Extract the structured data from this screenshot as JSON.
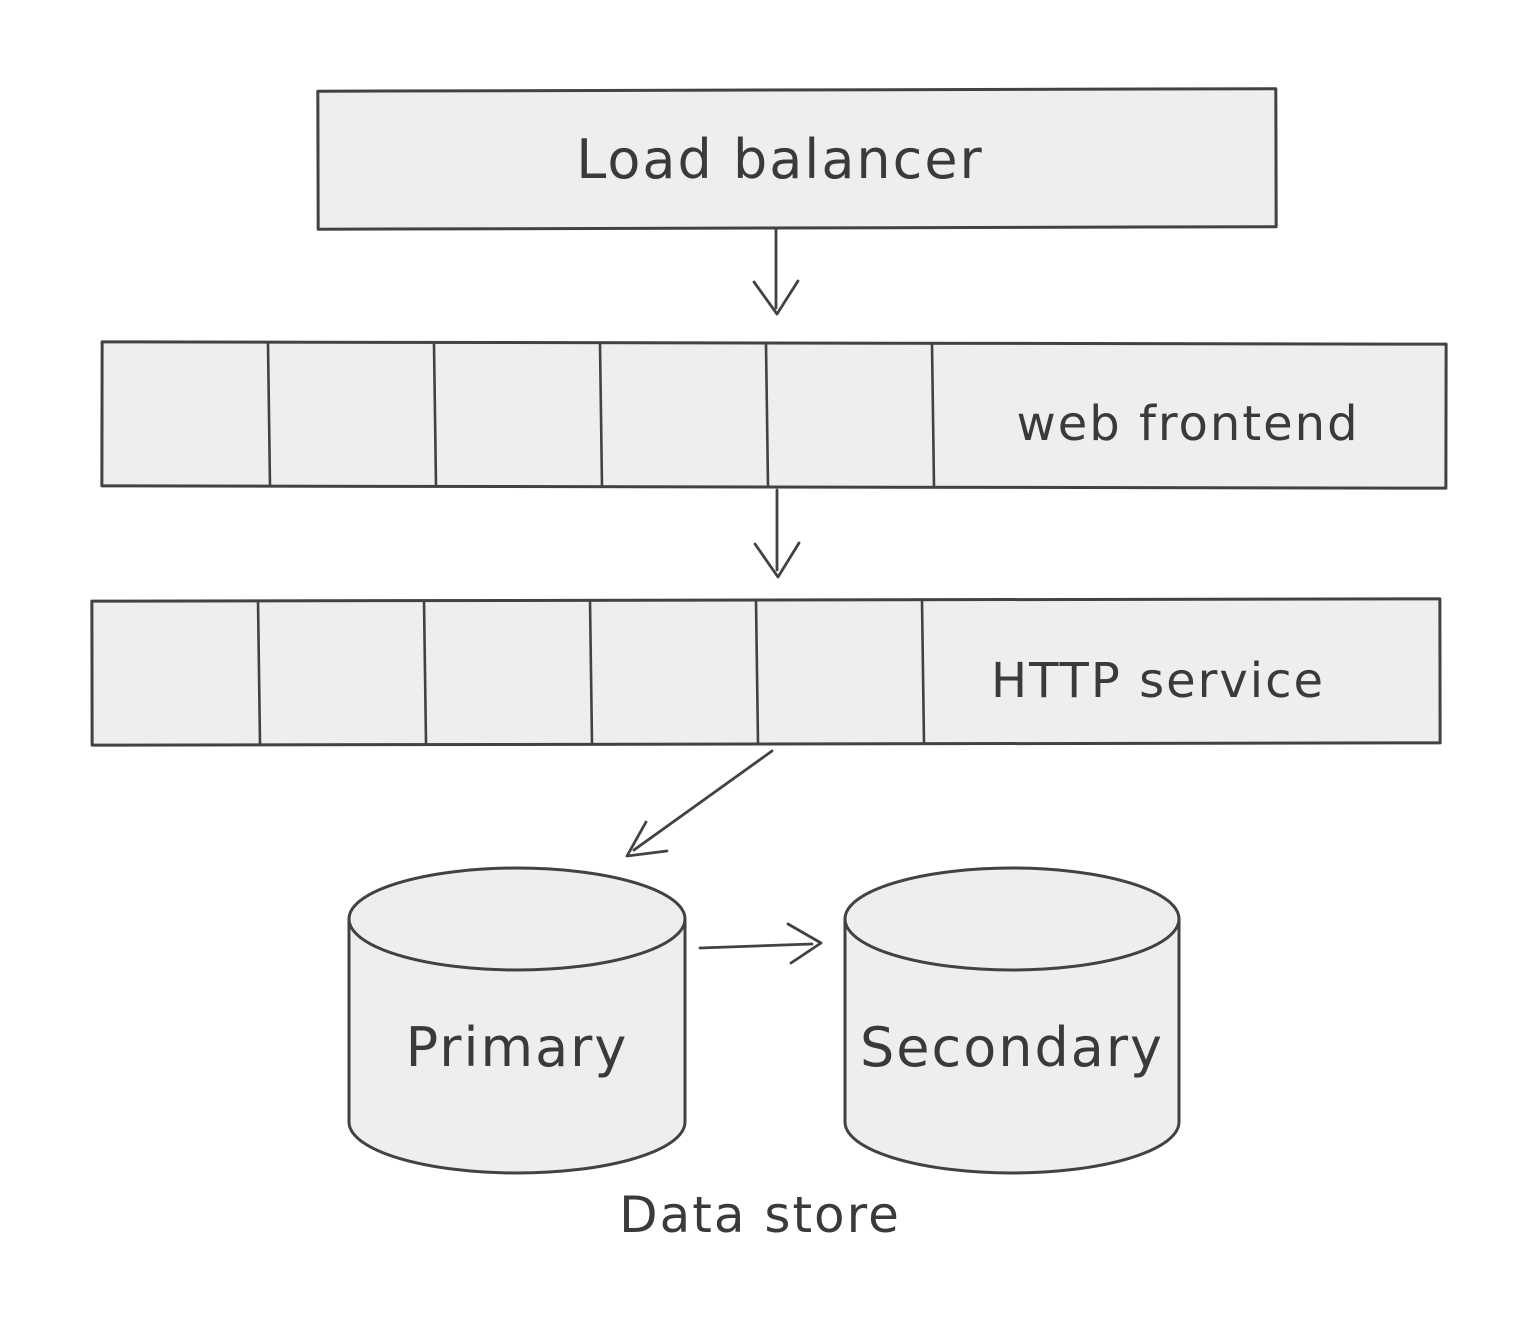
{
  "diagram": {
    "nodes": {
      "load_balancer": {
        "label": "Load balancer"
      },
      "web_frontend": {
        "label": "web frontend",
        "cells": 6
      },
      "http_service": {
        "label": "HTTP service",
        "cells": 6
      },
      "primary_db": {
        "label": "Primary"
      },
      "secondary_db": {
        "label": "Secondary"
      }
    },
    "caption": "Data store",
    "edges": [
      {
        "from": "load_balancer",
        "to": "web_frontend"
      },
      {
        "from": "web_frontend",
        "to": "http_service"
      },
      {
        "from": "http_service",
        "to": "primary_db"
      },
      {
        "from": "primary_db",
        "to": "secondary_db"
      }
    ],
    "colors": {
      "shape_fill": "#eeeeee",
      "shape_stroke": "#424242",
      "text": "#3a3a3a",
      "background": "#ffffff"
    }
  }
}
